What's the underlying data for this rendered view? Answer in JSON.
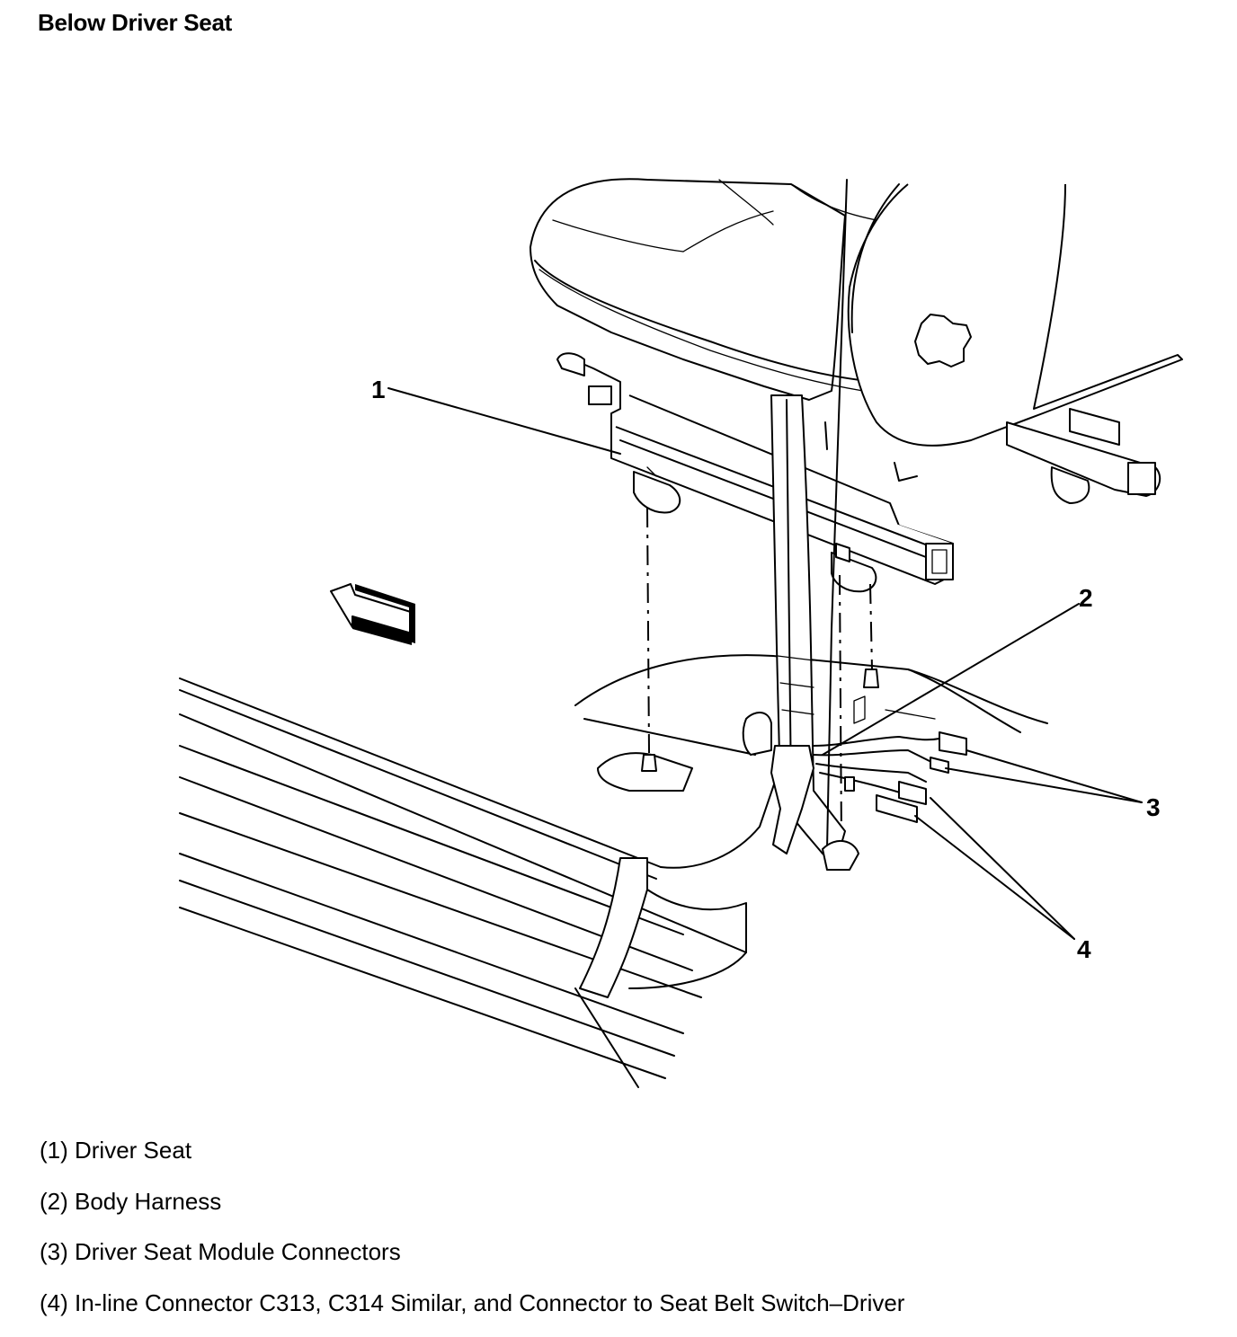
{
  "title": "Below Driver Seat",
  "callouts": {
    "c1": "1",
    "c2": "2",
    "c3": "3",
    "c4": "4"
  },
  "legend": [
    "(1) Driver Seat",
    "(2) Body Harness",
    "(3) Driver Seat Module Connectors",
    "(4) In-line Connector C313, C314 Similar, and Connector to Seat Belt Switch–Driver"
  ]
}
